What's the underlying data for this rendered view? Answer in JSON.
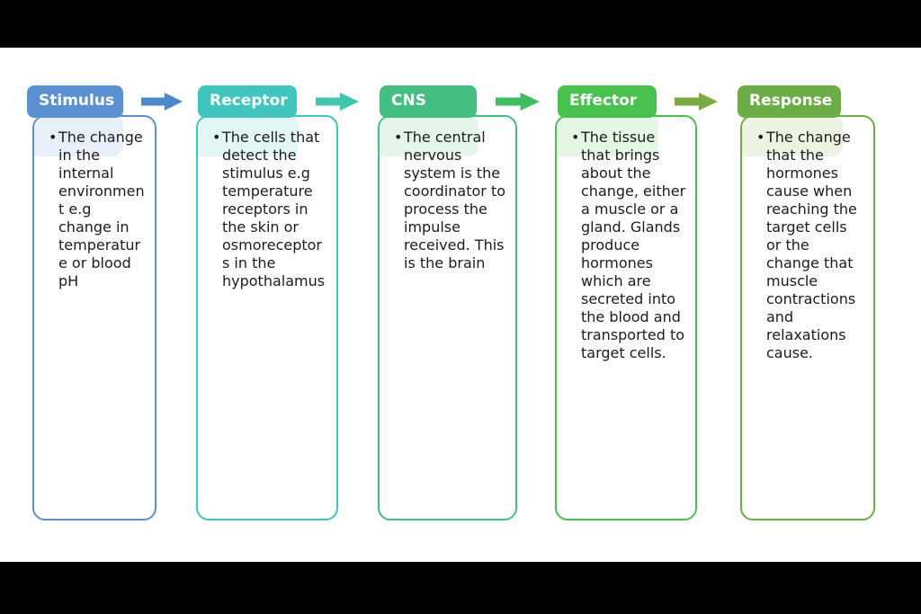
{
  "page": {
    "background_color": "#ffffff",
    "letterbox_color": "#000000"
  },
  "bullet": "•",
  "columns": [
    {
      "title": "Stimulus",
      "body": "The change in the internal environment e.g change in temperature or blood pH",
      "accent": "#5b90d2",
      "tint": "#e9eff9"
    },
    {
      "title": "Receptor",
      "body": "The cells that detect the stimulus e.g temperature receptors in the skin or osmoreceptors in the hypothalamus",
      "accent": "#41c6bf",
      "tint": "#e2f6f4"
    },
    {
      "title": "CNS",
      "body": "The central nervous system is the coordinator to process the impulse received. This is the brain",
      "accent": "#44be81",
      "tint": "#e5f5ec"
    },
    {
      "title": "Effector",
      "body": "The tissue that brings about the change, either a muscle or a gland. Glands produce hormones which are secreted into the blood and transported to target cells.",
      "accent": "#49c14f",
      "tint": "#e6f6e5"
    },
    {
      "title": "Response",
      "body": "The change that the hormones cause when reaching the target cells or the change that muscle contractions and relaxations cause.",
      "accent": "#6dad48",
      "tint": "#edf3e2"
    }
  ],
  "arrows": [
    {
      "color": "#4e88cb"
    },
    {
      "color": "#41c6ae"
    },
    {
      "color": "#3fbd60"
    },
    {
      "color": "#7caa42"
    }
  ]
}
